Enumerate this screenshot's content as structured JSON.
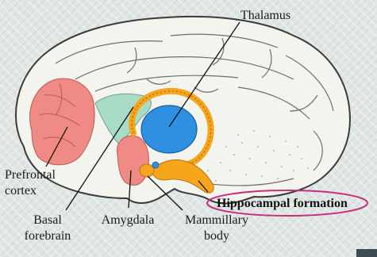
{
  "labels": {
    "thalamus": "Thalamus",
    "prefrontal_line1": "Prefrontal",
    "prefrontal_line2": "cortex",
    "basal_line1": "Basal",
    "basal_line2": "forebrain",
    "amygdala": "Amygdala",
    "mammillary_line1": "Mammillary",
    "mammillary_line2": "body",
    "hippocampal": "Hippocampal formation"
  },
  "colors": {
    "prefrontal": "#f08a84",
    "basal_forebrain": "#a9dcc7",
    "amygdala": "#f08a84",
    "thalamus": "#2f8fe0",
    "fornix_ring": "#f7a51a",
    "hippocampus": "#f7a51a",
    "highlight_ellipse": "#cc2a7a"
  }
}
